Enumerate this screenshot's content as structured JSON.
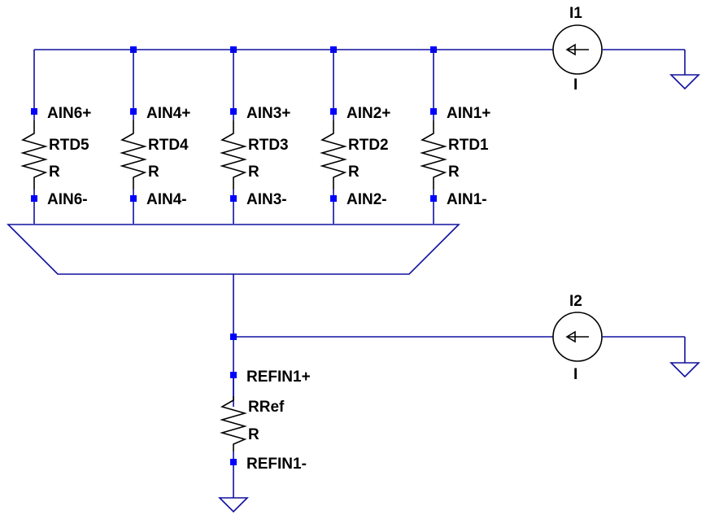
{
  "colors": {
    "wire": "#1010a0",
    "component": "#000000",
    "node": "#0000ff",
    "background": "#ffffff"
  },
  "resistors": [
    {
      "name": "RTD5",
      "value": "R",
      "pin_pos": "AIN6+",
      "pin_neg": "AIN6-"
    },
    {
      "name": "RTD4",
      "value": "R",
      "pin_pos": "AIN4+",
      "pin_neg": "AIN4-"
    },
    {
      "name": "RTD3",
      "value": "R",
      "pin_pos": "AIN3+",
      "pin_neg": "AIN3-"
    },
    {
      "name": "RTD2",
      "value": "R",
      "pin_pos": "AIN2+",
      "pin_neg": "AIN2-"
    },
    {
      "name": "RTD1",
      "value": "R",
      "pin_pos": "AIN1+",
      "pin_neg": "AIN1-"
    }
  ],
  "reference": {
    "name": "RRef",
    "value": "R",
    "pin_pos": "REFIN1+",
    "pin_neg": "REFIN1-"
  },
  "sources": [
    {
      "name": "I1",
      "value": "I"
    },
    {
      "name": "I2",
      "value": "I"
    }
  ],
  "symbols": {
    "current_source": "current-source-icon",
    "ground": "ground-icon",
    "resistor": "resistor-icon",
    "multiplexer": "multiplexer-icon"
  }
}
